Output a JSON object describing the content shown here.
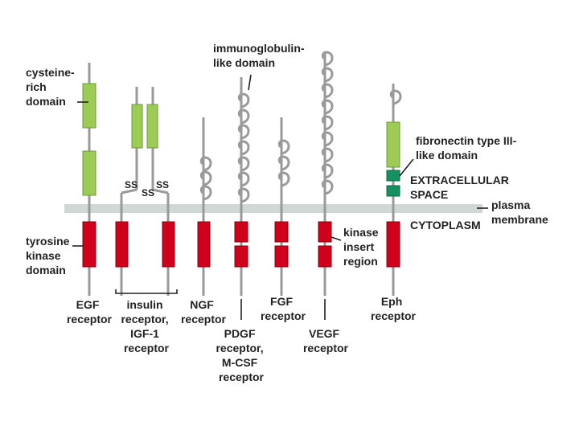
{
  "labels": {
    "cysteine": [
      "cysteine-",
      "rich",
      "domain"
    ],
    "tyrosine": [
      "tyrosine",
      "kinase",
      "domain"
    ],
    "immunoglobulin": [
      "immunoglobulin-",
      "like domain"
    ],
    "fibronectin": [
      "fibronectin type III-",
      "like domain"
    ],
    "extracellular": [
      "EXTRACELLULAR",
      "SPACE"
    ],
    "cytoplasm": "CYTOPLASM",
    "plasma": [
      "plasma",
      "membrane"
    ],
    "kinase_insert": [
      "kinase",
      "insert",
      "region"
    ],
    "ss": "SS"
  },
  "receptors": {
    "egf": [
      "EGF",
      "receptor"
    ],
    "insulin": [
      "insulin",
      "receptor,",
      "IGF-1",
      "receptor"
    ],
    "ngf": [
      "NGF",
      "receptor"
    ],
    "pdgf": [
      "PDGF",
      "receptor,",
      "M-CSF",
      "receptor"
    ],
    "fgf": [
      "FGF",
      "receptor"
    ],
    "vegf": [
      "VEGF",
      "receptor"
    ],
    "eph": [
      "Eph",
      "receptor"
    ]
  },
  "colors": {
    "kinase": "#d0021b",
    "cysteine_rich": "#9ccc55",
    "fibronectin": "#169060",
    "membrane": "#cfd8d3",
    "stem": "#9a9a9a"
  }
}
